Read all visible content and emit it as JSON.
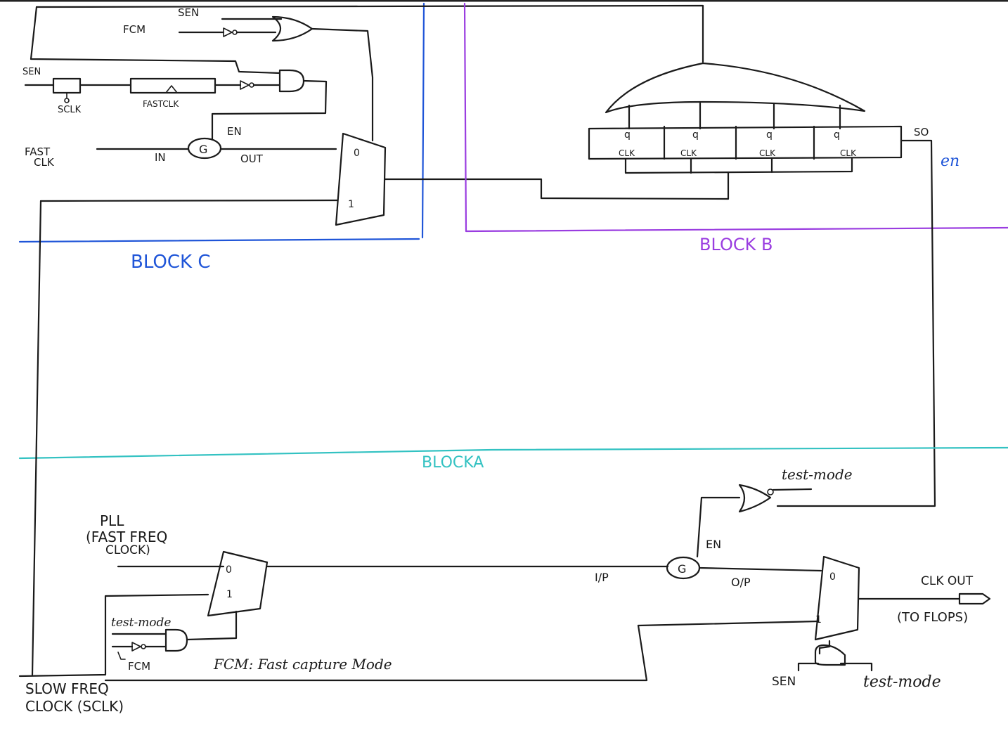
{
  "block_c": {
    "title": "BLOCK C",
    "sen_top": "SEN",
    "fcm": "FCM",
    "sen_left": "SEN",
    "sclk": "SCLK",
    "fastclk": "FASTCLK",
    "fast": "FAST",
    "clk": "CLK",
    "in": "IN",
    "en": "EN",
    "out": "OUT",
    "gate": "G",
    "mux_0": "0",
    "mux_1": "1"
  },
  "block_b": {
    "title": "BLOCK B",
    "q": [
      "q",
      "q",
      "q",
      "q"
    ],
    "clk": [
      "CLK",
      "CLK",
      "CLK",
      "CLK"
    ],
    "so": "SO",
    "en": "en"
  },
  "block_a": {
    "title": "BLOCKA",
    "pll": "PLL",
    "fast_freq": "(FAST FREQ",
    "clock": "CLOCK)",
    "mux_0": "0",
    "mux_1": "1",
    "test_mode_left": "test-mode",
    "fcm": "FCM",
    "fcm_note": "FCM: Fast capture Mode",
    "slow_freq": "SLOW FREQ",
    "clock_sclk": "CLOCK (SCLK)",
    "ip": "I/P",
    "op": "O/P",
    "en": "EN",
    "gate": "G",
    "test_mode_top": "test-mode",
    "out_mux_0": "0",
    "out_mux_1": "1",
    "clk_out": "CLK OUT",
    "to_flops": "(TO FLOPS)",
    "sen": "SEN",
    "test_mode_bottom": "test-mode"
  },
  "colors": {
    "block_c": "#1f55d8",
    "block_b": "#9a3de0",
    "block_a": "#33c2c2",
    "ink": "#1a1a1a"
  }
}
